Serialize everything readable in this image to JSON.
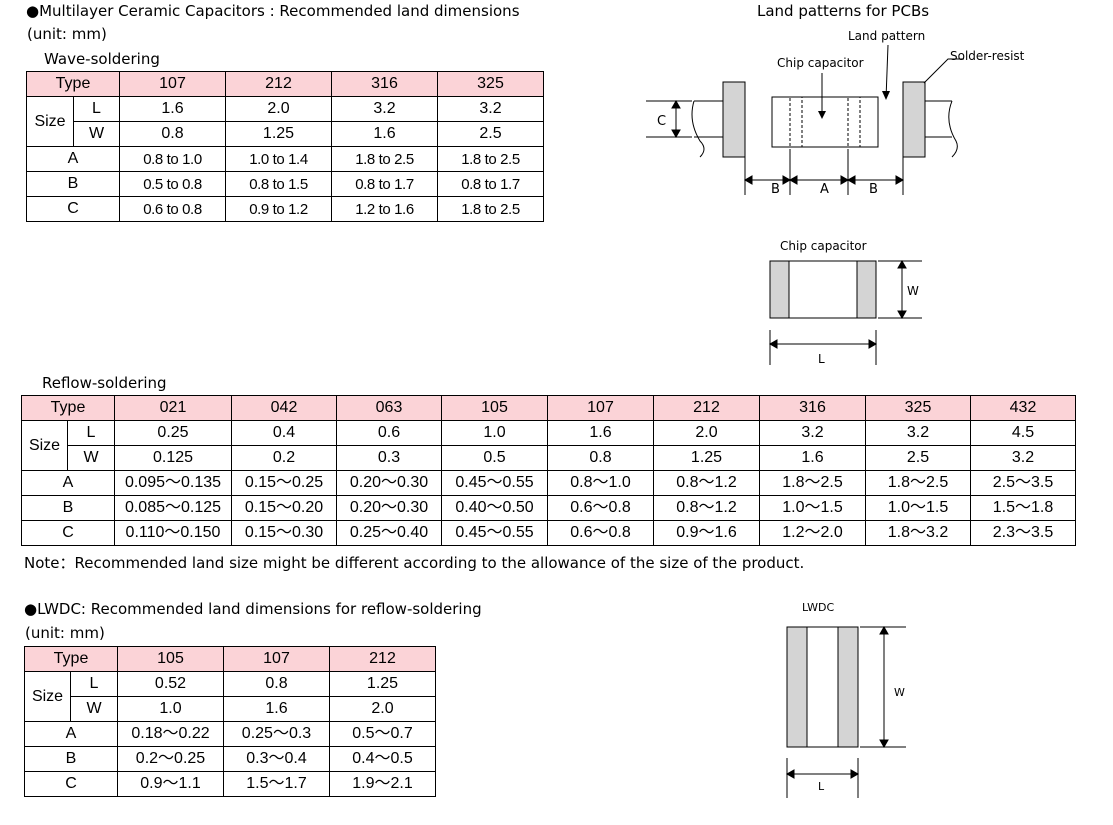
{
  "section1": {
    "title": "●Multilayer Ceramic Capacitors : Recommended land dimensions",
    "unit": "(unit: mm)",
    "wave_label": "Wave-soldering",
    "wave_table": {
      "type_label": "Type",
      "size_label": "Size",
      "types": [
        "107",
        "212",
        "316",
        "325"
      ],
      "rows": [
        {
          "label": "L",
          "values": [
            "1.6",
            "2.0",
            "3.2",
            "3.2"
          ]
        },
        {
          "label": "W",
          "values": [
            "0.8",
            "1.25",
            "1.6",
            "2.5"
          ]
        },
        {
          "label": "A",
          "values": [
            "0.8 to 1.0",
            "1.0 to 1.4",
            "1.8 to 2.5",
            "1.8 to 2.5"
          ]
        },
        {
          "label": "B",
          "values": [
            "0.5 to 0.8",
            "0.8 to 1.5",
            "0.8 to 1.7",
            "0.8 to 1.7"
          ]
        },
        {
          "label": "C",
          "values": [
            "0.6 to 0.8",
            "0.9 to 1.2",
            "1.2 to 1.6",
            "1.8 to 2.5"
          ]
        }
      ]
    },
    "reflow_label": "Reflow-soldering",
    "reflow_table": {
      "type_label": "Type",
      "size_label": "Size",
      "types": [
        "021",
        "042",
        "063",
        "105",
        "107",
        "212",
        "316",
        "325",
        "432"
      ],
      "rows": [
        {
          "label": "L",
          "values": [
            "0.25",
            "0.4",
            "0.6",
            "1.0",
            "1.6",
            "2.0",
            "3.2",
            "3.2",
            "4.5"
          ]
        },
        {
          "label": "W",
          "values": [
            "0.125",
            "0.2",
            "0.3",
            "0.5",
            "0.8",
            "1.25",
            "1.6",
            "2.5",
            "3.2"
          ]
        },
        {
          "label": "A",
          "values": [
            "0.095～0.135",
            "0.15～0.25",
            "0.20～0.30",
            "0.45～0.55",
            "0.8～1.0",
            "0.8～1.2",
            "1.8～2.5",
            "1.8～2.5",
            "2.5～3.5"
          ]
        },
        {
          "label": "B",
          "values": [
            "0.085～0.125",
            "0.15～0.20",
            "0.20～0.30",
            "0.40～0.50",
            "0.6～0.8",
            "0.8～1.2",
            "1.0～1.5",
            "1.0～1.5",
            "1.5～1.8"
          ]
        },
        {
          "label": "C",
          "values": [
            "0.110～0.150",
            "0.15～0.30",
            "0.25～0.40",
            "0.45～0.55",
            "0.6～0.8",
            "0.9～1.6",
            "1.2～2.0",
            "1.8～3.2",
            "2.3～3.5"
          ]
        }
      ]
    },
    "note": "Note：Recommended land size might be different according to the allowance of the size of the product."
  },
  "diagrams": {
    "land_title": "Land patterns for PCBs",
    "land_pattern_label": "Land pattern",
    "chip_capacitor_label": "Chip capacitor",
    "solder_resist_label": "Solder-resist",
    "dim_c": "C",
    "dim_b1": "B",
    "dim_a": "A",
    "dim_b2": "B",
    "chip_title": "Chip capacitor",
    "chip_w": "W",
    "chip_l": "L",
    "lwdc_title": "LWDC",
    "lwdc_w": "W",
    "lwdc_l": "L"
  },
  "section2": {
    "title": "●LWDC: Recommended land dimensions for reflow-soldering",
    "unit": "(unit: mm)",
    "table": {
      "type_label": "Type",
      "size_label": "Size",
      "types": [
        "105",
        "107",
        "212"
      ],
      "rows": [
        {
          "label": "L",
          "values": [
            "0.52",
            "0.8",
            "1.25"
          ]
        },
        {
          "label": "W",
          "values": [
            "1.0",
            "1.6",
            "2.0"
          ]
        },
        {
          "label": "A",
          "values": [
            "0.18～0.22",
            "0.25～0.3",
            "0.5～0.7"
          ]
        },
        {
          "label": "B",
          "values": [
            "0.2～0.25",
            "0.3～0.4",
            "0.4～0.5"
          ]
        },
        {
          "label": "C",
          "values": [
            "0.9～1.1",
            "1.5～1.7",
            "1.9～2.1"
          ]
        }
      ]
    }
  },
  "colors": {
    "header_fill": "#fbd3d7",
    "land_fill": "#d4d4d4"
  }
}
